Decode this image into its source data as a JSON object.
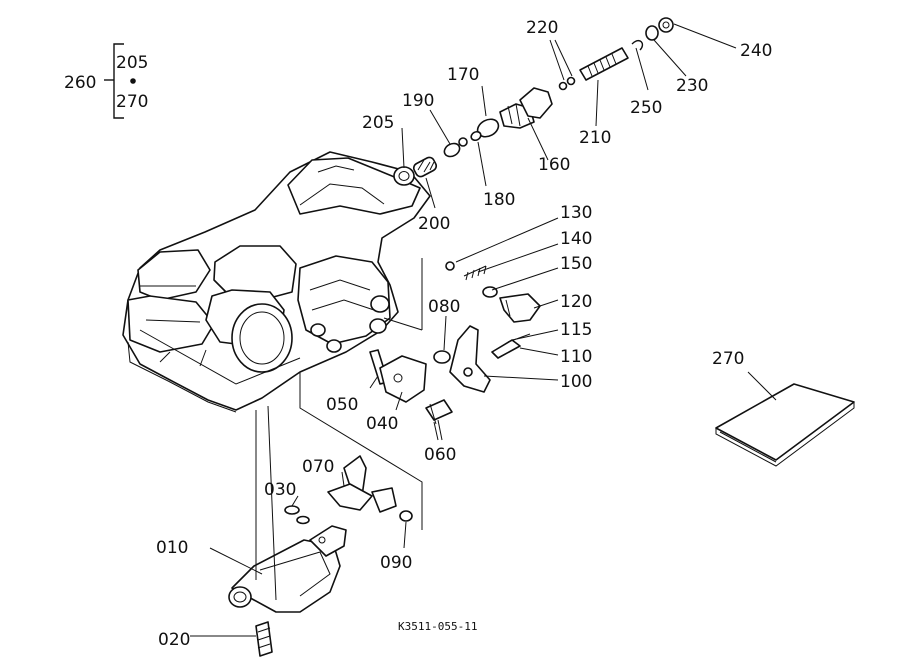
{
  "diagram": {
    "drawing_code": "K3511-055-11",
    "group": {
      "ref": "260",
      "members": [
        "205",
        "270"
      ]
    },
    "labels": {
      "p010": "010",
      "p020": "020",
      "p030": "030",
      "p040": "040",
      "p050": "050",
      "p060": "060",
      "p070": "070",
      "p080": "080",
      "p090": "090",
      "p100": "100",
      "p110": "110",
      "p115": "115",
      "p120": "120",
      "p130": "130",
      "p140": "140",
      "p150": "150",
      "p160": "160",
      "p170": "170",
      "p180": "180",
      "p190": "190",
      "p200": "200",
      "p205": "205",
      "p210": "210",
      "p220": "220",
      "p230": "230",
      "p240": "240",
      "p250": "250",
      "p270": "270"
    }
  }
}
